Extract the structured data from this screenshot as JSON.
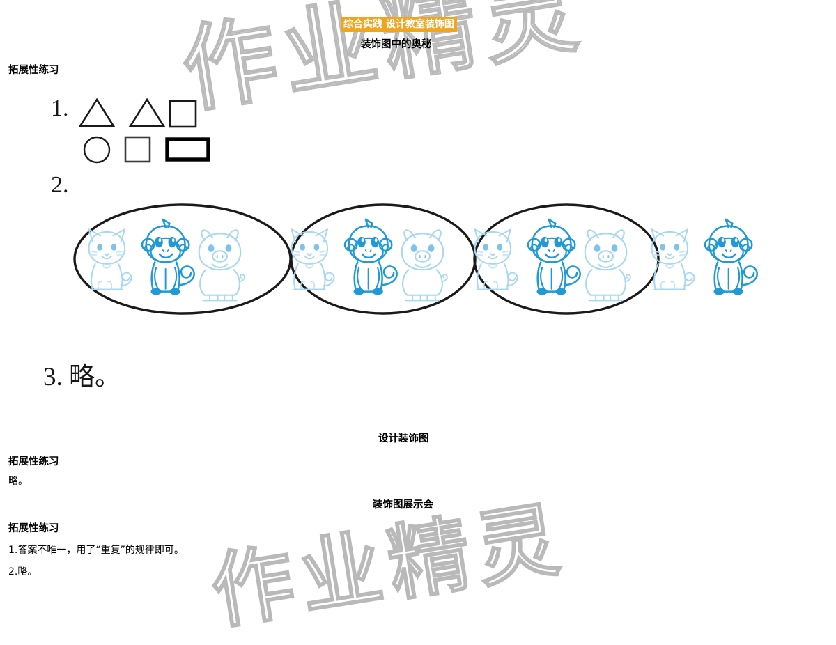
{
  "document": {
    "watermark_text": "作业精灵",
    "banner_label": "综合实践 设计教室装饰图",
    "colors": {
      "banner_bg": "#eea520",
      "banner_text": "#ffffff",
      "watermark_stroke": "#b9b9b9",
      "animal_dark_blue": "#1f9ad6",
      "animal_light_blue": "#a8d8ef",
      "outline_black": "#1a1a1a"
    }
  },
  "sections": {
    "mystery": {
      "title": "装饰图中的奥秘",
      "exercise_label": "拓展性练习",
      "items": {
        "item1": {
          "number": "1.",
          "row1": [
            {
              "shape": "triangle",
              "style": "thin"
            },
            {
              "shape": "triangle",
              "style": "thin"
            },
            {
              "shape": "square",
              "style": "thin"
            }
          ],
          "row2": [
            {
              "shape": "circle",
              "style": "thin"
            },
            {
              "shape": "square",
              "style": "thin"
            },
            {
              "shape": "rectangle",
              "style": "bold"
            }
          ]
        },
        "item2": {
          "number": "2.",
          "groups": [
            {
              "circled": true,
              "animals": [
                "cat",
                "monkey",
                "pig"
              ]
            },
            {
              "circled": true,
              "animals": [
                "cat",
                "monkey",
                "pig"
              ]
            },
            {
              "circled": true,
              "animals": [
                "cat",
                "monkey",
                "pig"
              ]
            },
            {
              "circled": false,
              "animals": [
                "cat",
                "monkey"
              ]
            }
          ]
        },
        "item3": {
          "text": "3. 略。"
        }
      }
    },
    "design": {
      "title": "设计装饰图",
      "exercise_label": "拓展性练习",
      "answer": "略。"
    },
    "showcase": {
      "title": "装饰图展示会",
      "exercise_label": "拓展性练习",
      "answers": [
        "1.答案不唯一，用了“重复”的规律即可。",
        "2.略。"
      ]
    }
  }
}
